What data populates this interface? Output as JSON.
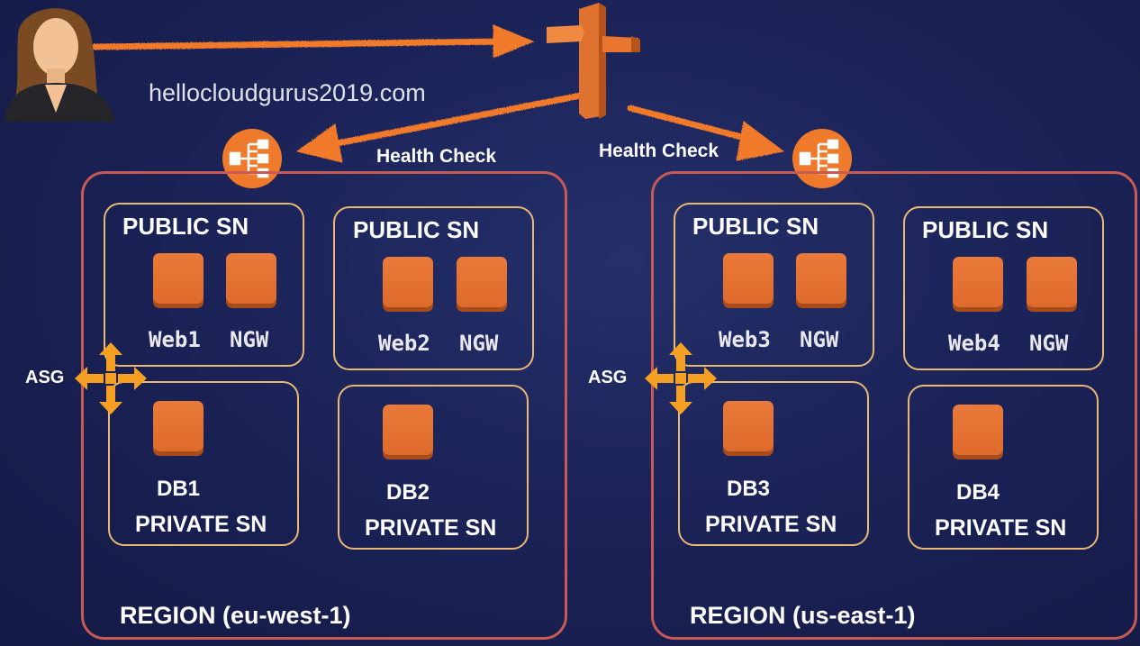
{
  "domain_name": "hellocloudgurus2019.com",
  "health_check_labels": [
    "Health Check",
    "Health Check"
  ],
  "asg_label": "ASG",
  "regions": [
    {
      "title": "REGION (eu-west-1)",
      "public_subnets": [
        {
          "title": "PUBLIC SN",
          "instances": [
            "Web1",
            "NGW"
          ]
        },
        {
          "title": "PUBLIC SN",
          "instances": [
            "Web2",
            "NGW"
          ]
        }
      ],
      "private_subnets": [
        {
          "title": "PRIVATE SN",
          "instance": "DB1"
        },
        {
          "title": "PRIVATE SN",
          "instance": "DB2"
        }
      ]
    },
    {
      "title": "REGION (us-east-1)",
      "public_subnets": [
        {
          "title": "PUBLIC SN",
          "instances": [
            "Web3",
            "NGW"
          ]
        },
        {
          "title": "PUBLIC SN",
          "instances": [
            "Web4",
            "NGW"
          ]
        }
      ],
      "private_subnets": [
        {
          "title": "PRIVATE SN",
          "instance": "DB3"
        },
        {
          "title": "PRIVATE SN",
          "instance": "DB4"
        }
      ]
    }
  ],
  "colors": {
    "background": "#1b2358",
    "accent_orange": "#f07a2c",
    "region_border": "#c85a55",
    "subnet_border": "#e9b873"
  },
  "icons": [
    "user-avatar-icon",
    "route53-signpost-icon",
    "load-balancer-icon",
    "asg-arrows-icon",
    "ec2-instance-icon"
  ]
}
